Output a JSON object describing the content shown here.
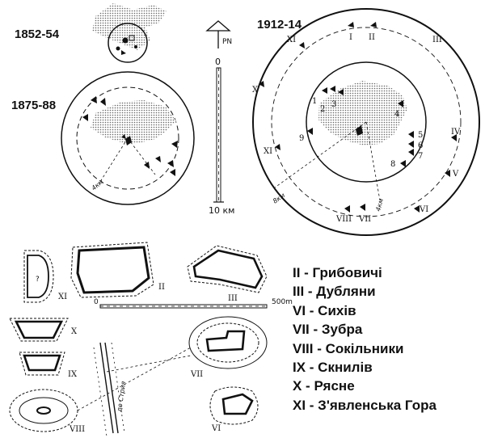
{
  "title": "",
  "periods": {
    "p1852": "1852-54",
    "p1875": "1875-88",
    "p1912": "1912-14"
  },
  "north": "PN",
  "scale_main": {
    "zero": "0",
    "ten": "10 км"
  },
  "scale_small": {
    "zero": "0",
    "end": "500m"
  },
  "distance_labels": {
    "r4_1875": "4км",
    "r4_1912": "4км",
    "r8_1912": "8км"
  },
  "road_label": "до Стрия",
  "inner_numbers": [
    "1",
    "2",
    "3",
    "4",
    "5",
    "6",
    "7",
    "8",
    "9"
  ],
  "fort_numerals": [
    "I",
    "II",
    "III",
    "IV",
    "V",
    "VI",
    "VII",
    "VIII",
    "X",
    "XI"
  ],
  "plan_labels": [
    "XI",
    "II",
    "III",
    "X",
    "IX",
    "VII",
    "VIII",
    "VI"
  ],
  "plan_question": "?",
  "legend": [
    "II - Грибовичі",
    "III - Дубляни",
    "VI - Сихів",
    "VII - Зубра",
    "VIII - Сокільники",
    "IX - Скнилів",
    "X - Рясне",
    "XI - З'явленська Гора"
  ]
}
